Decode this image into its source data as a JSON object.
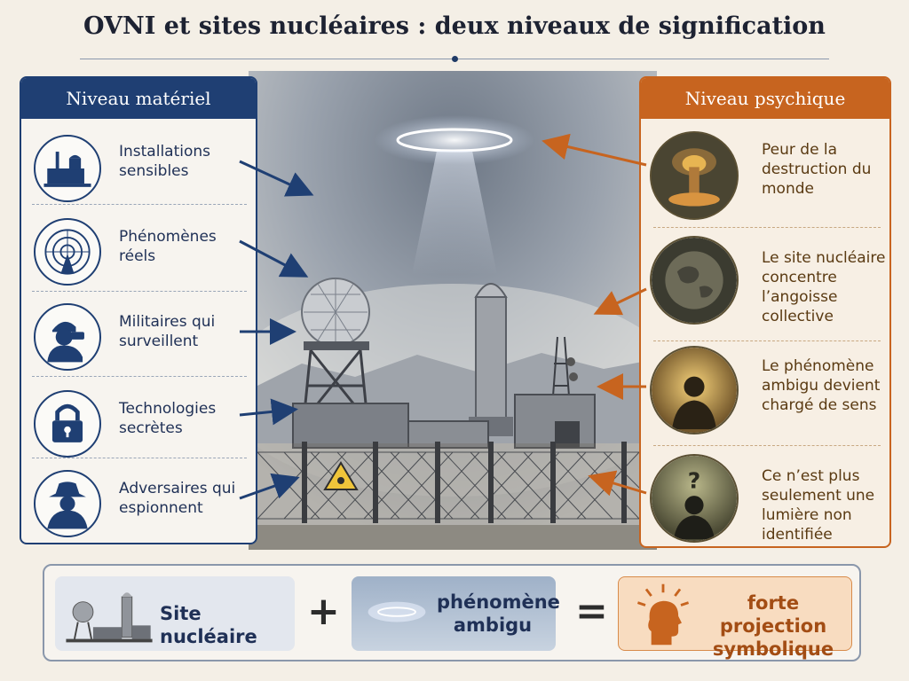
{
  "title": "OVNI et sites nucléaires : deux niveaux de signification",
  "left_panel": {
    "header": "Niveau matériel",
    "items": [
      {
        "label": "Installations sensibles",
        "icon": "nuclear-facility-icon"
      },
      {
        "label": "Phénomènes réels",
        "icon": "radar-icon"
      },
      {
        "label": "Militaires qui surveillent",
        "icon": "soldier-binoculars-icon"
      },
      {
        "label": "Technologies secrètes",
        "icon": "padlock-icon"
      },
      {
        "label": "Adversaires qui espionnent",
        "icon": "spy-icon"
      }
    ]
  },
  "right_panel": {
    "header": "Niveau psychique",
    "items": [
      {
        "label": "Peur de la destruction du monde",
        "icon": "mushroom-cloud-icon"
      },
      {
        "label": "Le site nucléaire concentre l’angoisse collective",
        "icon": "globe-icon"
      },
      {
        "label": "Le phénomène ambigu devient chargé de sens",
        "icon": "glowing-head-icon"
      },
      {
        "label": "Ce n’est plus seulement une lumière non identifiée",
        "icon": "question-head-icon"
      }
    ]
  },
  "equation": {
    "term1": "Site nucléaire",
    "plus": "+",
    "term2": "phénomène ambigu",
    "equals": "=",
    "result": "forte projection symbolique"
  },
  "colors": {
    "material_blue": "#1f3f73",
    "psychic_orange": "#c7641f",
    "background": "#f4efe6"
  }
}
